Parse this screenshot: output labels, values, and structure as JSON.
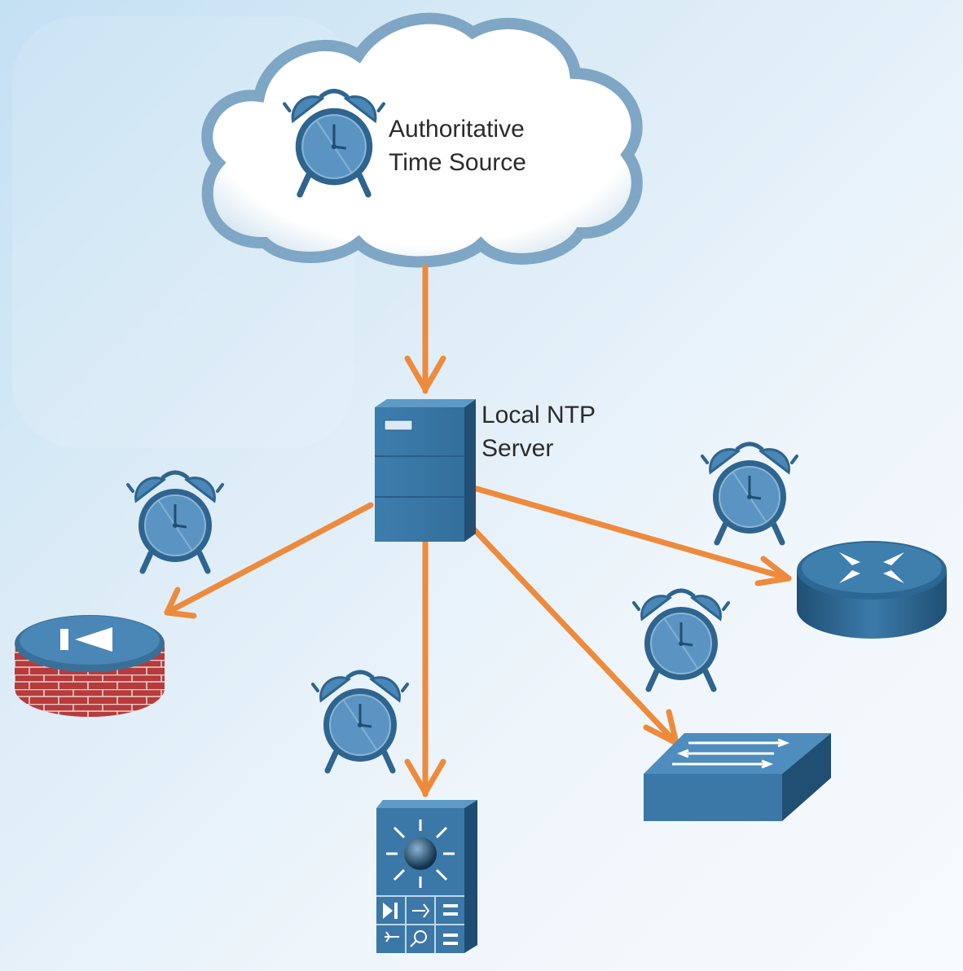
{
  "cloud_label": {
    "line1": "Authoritative",
    "line2": "Time Source"
  },
  "server_label": {
    "line1": "Local NTP",
    "line2": "Server"
  },
  "colors": {
    "arrow": "#ee8a3b",
    "device_blue": "#3a76a4",
    "device_dark": "#1f4f74",
    "clock_blue": "#4a86b6",
    "cloud_outline": "#7fa6c4",
    "firewall_brick": "#b23b3b"
  },
  "icons": [
    "cloud-icon",
    "alarm-clock-icon",
    "server-icon",
    "firewall-icon",
    "router-icon",
    "switch-icon",
    "layer3-switch-icon"
  ]
}
